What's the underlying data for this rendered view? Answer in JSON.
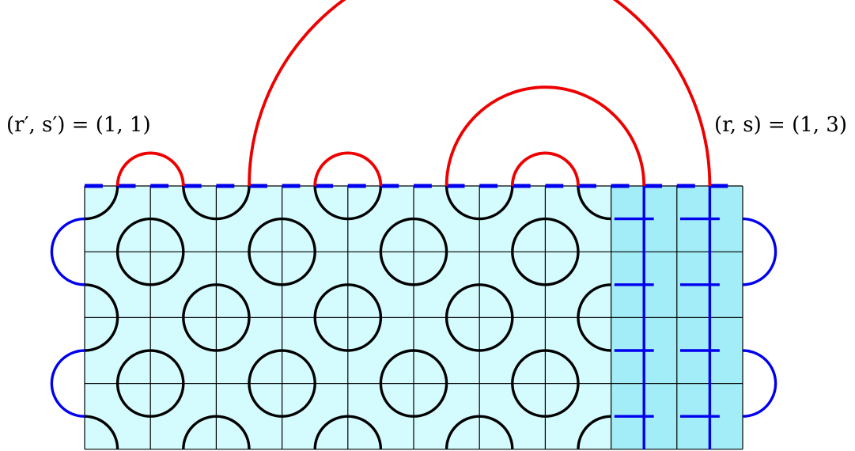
{
  "labels": {
    "left": "(r′, s′) = (1, 1)",
    "right": "(r, s) = (1, 3)"
  },
  "grid": {
    "columns": 10,
    "rows": 4
  },
  "colors": {
    "cell_fill": "#d4fbfd",
    "shaded_fill": "#a3edf8",
    "grid_line": "#000000",
    "curve_black": "#000000",
    "arc_red": "#ee0000",
    "blue": "#0000ee"
  },
  "shaded_columns": [
    8,
    9
  ],
  "icons": [
    "truchet-tile-curves",
    "red-top-arcs",
    "blue-side-loops"
  ]
}
